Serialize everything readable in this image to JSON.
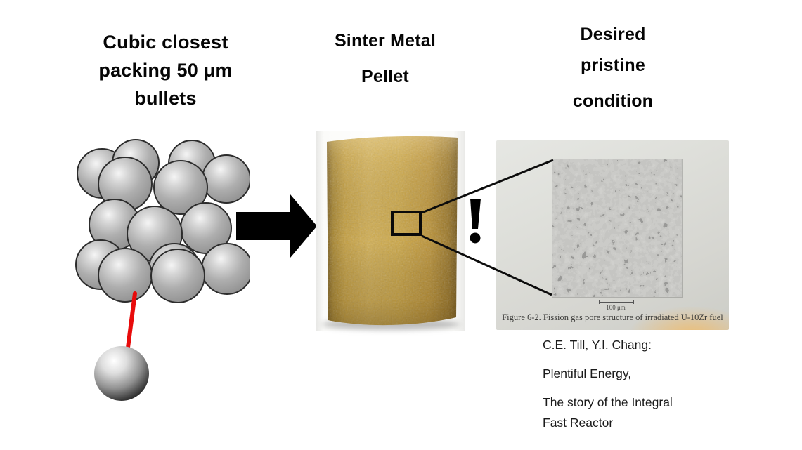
{
  "panels": {
    "left": {
      "title_lines": [
        "Cubic closest",
        "packing 50 μm",
        "bullets"
      ]
    },
    "middle": {
      "title_lines": [
        "Sinter Metal",
        "Pellet"
      ]
    },
    "right": {
      "title_lines": [
        "Desired",
        "pristine",
        "condition"
      ]
    }
  },
  "figure": {
    "scale_bar_label": "100 μm",
    "caption": "Figure 6-2.  Fission gas pore structure of irradiated U-10Zr fuel"
  },
  "citation": {
    "line1": "C.E. Till, Y.I. Chang:",
    "line2": "Plentiful Energy,",
    "line3": "The story of the Integral Fast Reactor"
  },
  "annotations": {
    "exclamation": "!"
  },
  "colors": {
    "pellet_gold_mid": "#cda744",
    "pellet_gold_dark": "#7d5f1d",
    "sphere_gray": "#ababab",
    "sphere_outline": "#2c2c2c",
    "highlight_red": "#e80b0b",
    "arrow_black": "#000000",
    "photo_background": "#dedfda",
    "micrograph_gray": "#9e9e9a",
    "glow_orange": "#f2ba64"
  }
}
